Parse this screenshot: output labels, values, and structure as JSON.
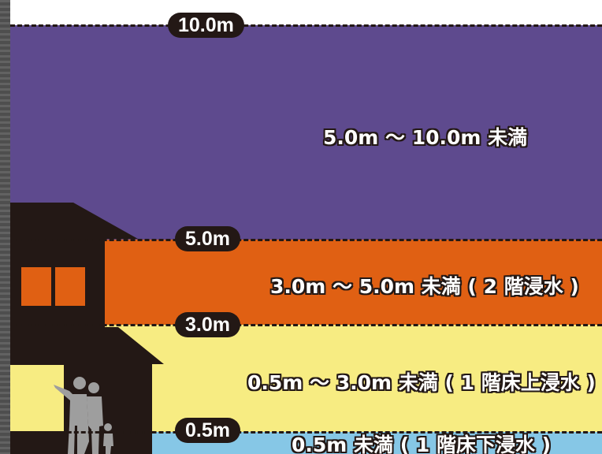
{
  "diagram": {
    "levels": [
      {
        "value": 10.0,
        "label": "10.0m"
      },
      {
        "value": 5.0,
        "label": "5.0m"
      },
      {
        "value": 3.0,
        "label": "3.0m"
      },
      {
        "value": 0.5,
        "label": "0.5m"
      }
    ],
    "zones": [
      {
        "label": "5.0m ～ 10.0m 未満",
        "color": "#5e4a8e"
      },
      {
        "label": "3.0m ～ 5.0m 未満 ( 2 階浸水 )",
        "color": "#e06013"
      },
      {
        "label": "0.5m ～ 3.0m 未満 ( 1 階床上浸水 )",
        "color": "#f7ec82"
      },
      {
        "label": "0.5m 未満 ( 1 階床下浸水 )",
        "color": "#86c7e6"
      }
    ]
  },
  "colors": {
    "house": "#231815",
    "window_orange": "#e06013",
    "window_yellow": "#f7ec82",
    "people": "#9e9e9e"
  },
  "icons": [
    "house-icon",
    "people-silhouette-icon"
  ]
}
